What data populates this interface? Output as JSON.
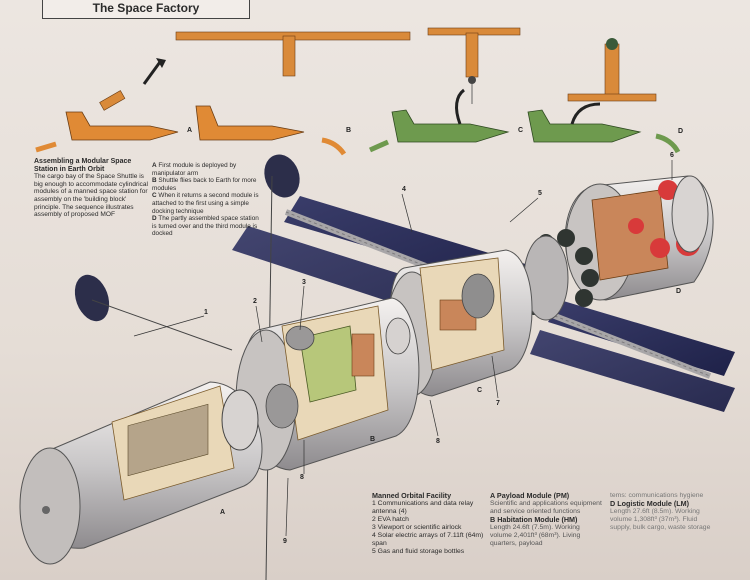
{
  "title": "The Space Factory",
  "sequence": {
    "heading": "Assembling a Modular Space Station in Earth Orbit",
    "intro": "The cargo bay of the Space Shuttle is big enough to accommodate cylindrical modules of a manned space station for assembly on the 'building block' principle. The sequence illustrates assembly of proposed MOF",
    "steps": [
      {
        "letter": "A",
        "text": "First module is deployed by manipulator arm"
      },
      {
        "letter": "B",
        "text": "Shuttle flies back to Earth for more modules"
      },
      {
        "letter": "C",
        "text": "When it returns a second module is attached to the first using a simple docking technique"
      },
      {
        "letter": "D",
        "text": "The partly assembled space station is turned over and the third module is docked"
      }
    ],
    "panel_labels": [
      "A",
      "B",
      "C",
      "D"
    ]
  },
  "callouts": [
    "1",
    "2",
    "3",
    "4",
    "5",
    "6",
    "7",
    "8",
    "8",
    "9",
    "A",
    "B",
    "C",
    "D"
  ],
  "legend": {
    "mof": {
      "heading": "Manned Orbital Facility",
      "items": [
        "1 Communications and data relay antenna (4)",
        "2 EVA hatch",
        "3 Viewport or scientific airlock",
        "4 Solar electric arrays of 7.11ft (64m) span",
        "5 Gas and fluid storage bottles"
      ]
    },
    "pm": {
      "heading": "A Payload Module (PM)",
      "text": "Scientific and applications equipment and service oriented functions"
    },
    "hm": {
      "heading": "B Habitation Module (HM)",
      "text": "Length 24.6ft (7.5m). Working volume 2,401ft³ (68m³). Living quarters, payload"
    },
    "lm_pre": "tems: communications hygiene",
    "lm": {
      "heading": "D Logistic Module (LM)",
      "text": "Length 27.6ft (8.5m). Working volume 1,308ft³ (37m³). Fluid supply, bulk cargo, waste storage"
    }
  }
}
